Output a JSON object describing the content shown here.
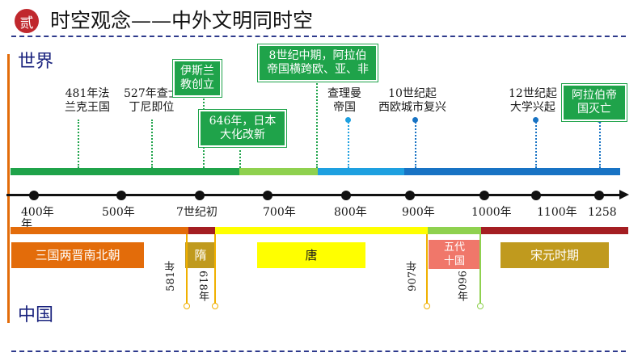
{
  "header": {
    "badge": "贰",
    "title": "时空观念——中外文明同时空"
  },
  "labels": {
    "world": "世界",
    "china": "中国"
  },
  "timeline": {
    "ticks": [
      "400年",
      "500年",
      "7世纪初",
      "700年",
      "800年",
      "900年",
      "1000年",
      "1100年",
      "1258"
    ],
    "tick_extra": "年"
  },
  "world_events": [
    {
      "text": "481年法\n兰克王国"
    },
    {
      "text": "527年查士\n丁尼即位"
    },
    {
      "text": "伊斯兰\n教创立"
    },
    {
      "text": "646年，日本\n大化改新"
    },
    {
      "text": "8世纪中期，阿拉伯\n帝国横跨欧、亚、非"
    },
    {
      "text": "查理曼\n帝国"
    },
    {
      "text": "10世纪起\n西欧城市复兴"
    },
    {
      "text": "12世纪起\n大学兴起"
    },
    {
      "text": "阿拉伯帝\n国灭亡"
    }
  ],
  "china_periods": [
    {
      "label": "三国两晋南北朝"
    },
    {
      "label": "隋"
    },
    {
      "label": "唐"
    },
    {
      "label": "五代\n十国"
    },
    {
      "label": "宋元时期"
    }
  ],
  "china_years": [
    "581年",
    "618年",
    "907年",
    "960年"
  ],
  "colors": {
    "accent_red": "#c0282d",
    "green": "#1fa34a",
    "light_green": "#8fd14f",
    "sky_blue": "#1ea0e0",
    "blue": "#1873c4",
    "orange": "#e36c0a",
    "dark_red": "#a41e22",
    "yellow": "#ffff00",
    "salmon": "#f0776a",
    "olive": "#c09a1e",
    "navy_dash": "#2e3a8c"
  }
}
